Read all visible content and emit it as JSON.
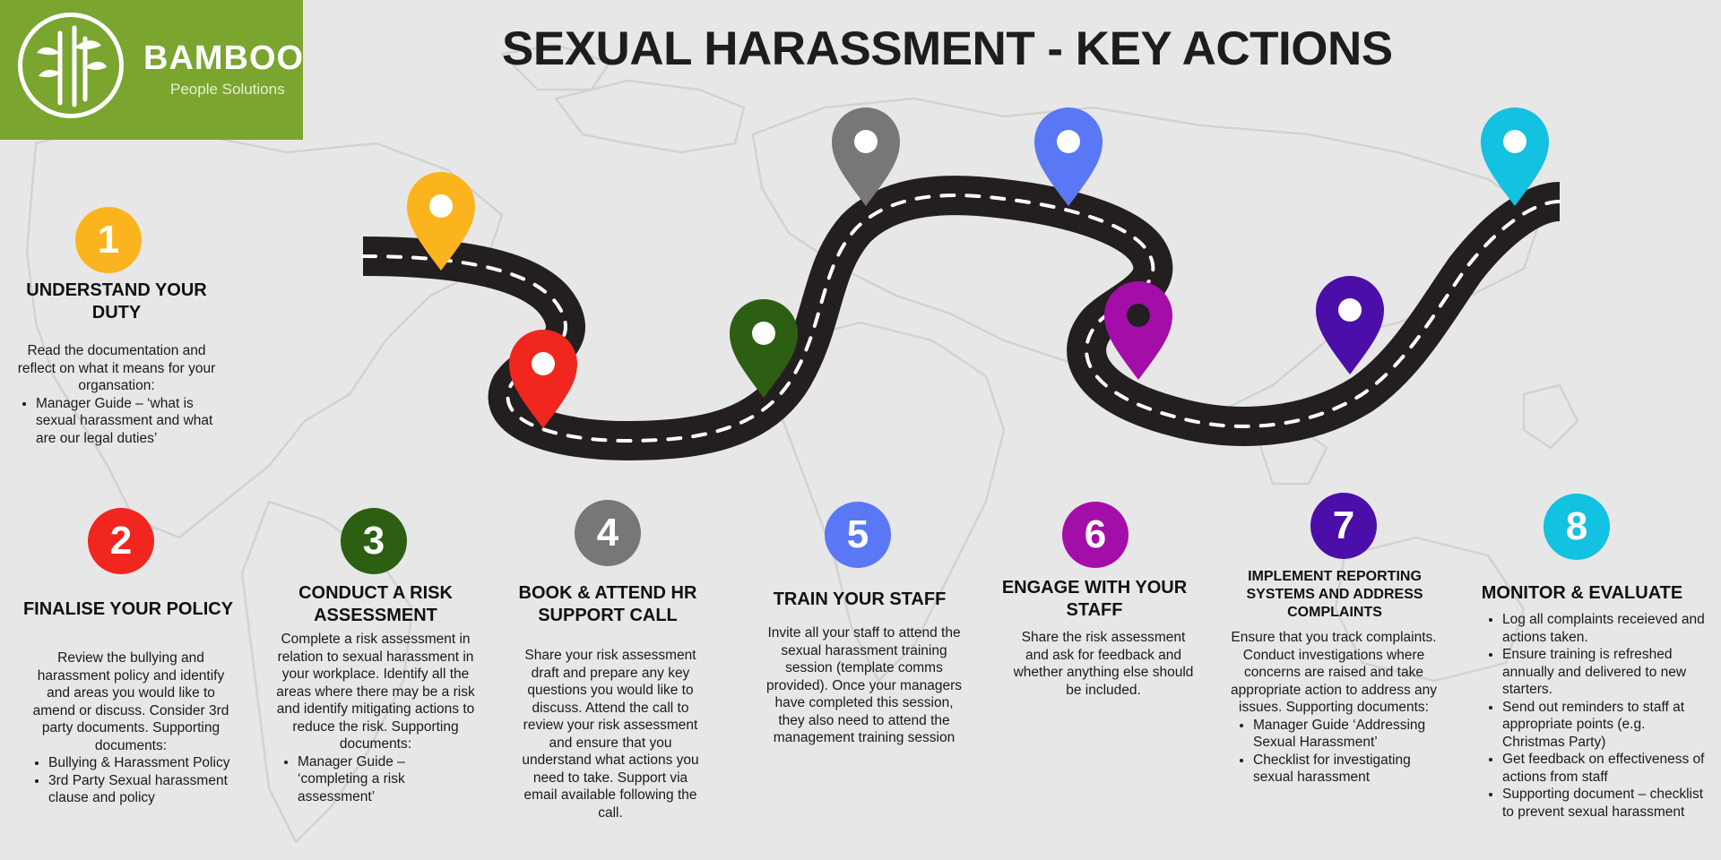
{
  "logo": {
    "name": "BAMBOO",
    "subtitle": "People Solutions"
  },
  "title": "SEXUAL HARASSMENT - KEY ACTIONS",
  "colors": {
    "background": "#e7e7e7",
    "logo_green": "#7aa52f",
    "road": "#231f20",
    "step1": "#fbb41d",
    "step2": "#f1261f",
    "step3": "#2c5f12",
    "step4": "#777777",
    "step5": "#5a78f5",
    "step6": "#a30ea8",
    "step7": "#4c0ea8",
    "step8": "#13c1e0"
  },
  "steps": [
    {
      "number": "1",
      "title": "UNDERSTAND YOUR DUTY",
      "body": "Read the documentation and reflect on what it means for your organsation:",
      "bullets": [
        "Manager Guide – ‘what is sexual harassment and what are our legal duties’"
      ]
    },
    {
      "number": "2",
      "title": "FINALISE YOUR POLICY",
      "body": "Review the bullying and harassment policy and identify and areas you would like to amend or discuss. Consider 3rd party documents. Supporting documents:",
      "bullets": [
        "Bullying & Harassment Policy",
        "3rd Party Sexual harassment clause and policy"
      ]
    },
    {
      "number": "3",
      "title": "CONDUCT A RISK ASSESSMENT",
      "body": "Complete a risk assessment in relation to sexual harassment in your workplace. Identify all the areas where there may be a risk and identify mitigating actions to reduce the risk. Supporting documents:",
      "bullets": [
        "Manager Guide – ‘completing a risk assessment’"
      ]
    },
    {
      "number": "4",
      "title": "BOOK & ATTEND HR SUPPORT CALL",
      "body": "Share your risk assessment draft and prepare any key questions you would like to discuss. Attend the call to review your risk assessment and ensure that you understand what actions you need to take. Support via email available following the call.",
      "bullets": []
    },
    {
      "number": "5",
      "title": "TRAIN YOUR STAFF",
      "body": "Invite all your staff to attend the sexual harassment training session (template comms provided). Once your managers have completed this session, they also need to attend the management training session",
      "bullets": []
    },
    {
      "number": "6",
      "title": "ENGAGE WITH YOUR STAFF",
      "body": "Share the risk assessment and ask for feedback and whether anything else should be included.",
      "bullets": []
    },
    {
      "number": "7",
      "title": "IMPLEMENT REPORTING SYSTEMS AND ADDRESS COMPLAINTS",
      "body": "Ensure that you track complaints. Conduct investigations where concerns are raised and take appropriate action to address any issues. Supporting documents:",
      "bullets": [
        "Manager Guide ‘Addressing Sexual Harassment’",
        "Checklist for investigating sexual harassment"
      ]
    },
    {
      "number": "8",
      "title": "MONITOR & EVALUATE",
      "body": "",
      "bullets": [
        "Log all complaints receieved and actions taken.",
        "Ensure training is refreshed annually and delivered to new starters.",
        "Send out reminders to staff at appropriate points (e.g. Christmas Party)",
        "Get feedback on effectiveness of actions from staff",
        "Supporting document – checklist to prevent sexual harassment"
      ]
    }
  ]
}
